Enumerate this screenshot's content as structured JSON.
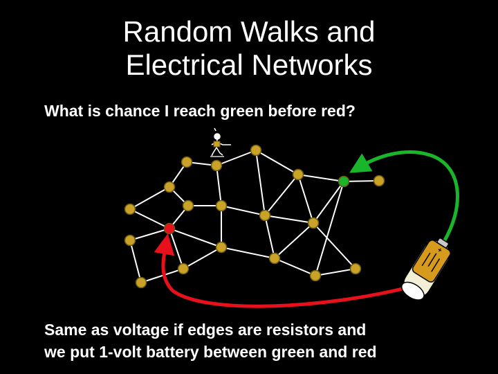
{
  "slide": {
    "title_line1": "Random Walks and",
    "title_line2": "Electrical Networks",
    "question": "What is chance I reach green before red?",
    "footnote_line1": "Same as voltage if edges are resistors and",
    "footnote_line2": "we put 1-volt battery between green and red"
  },
  "colors": {
    "background": "#000000",
    "text": "#ffffff",
    "node": "#c9a227",
    "node_stroke": "#6b5a10",
    "edge": "#ffffff",
    "start_node": "#e8101a",
    "target_node": "#19b52a",
    "red_wire": "#e8101a",
    "green_wire": "#19b52a"
  },
  "icons": {
    "walker": "stick-figure-icon",
    "battery": "battery-icon"
  }
}
